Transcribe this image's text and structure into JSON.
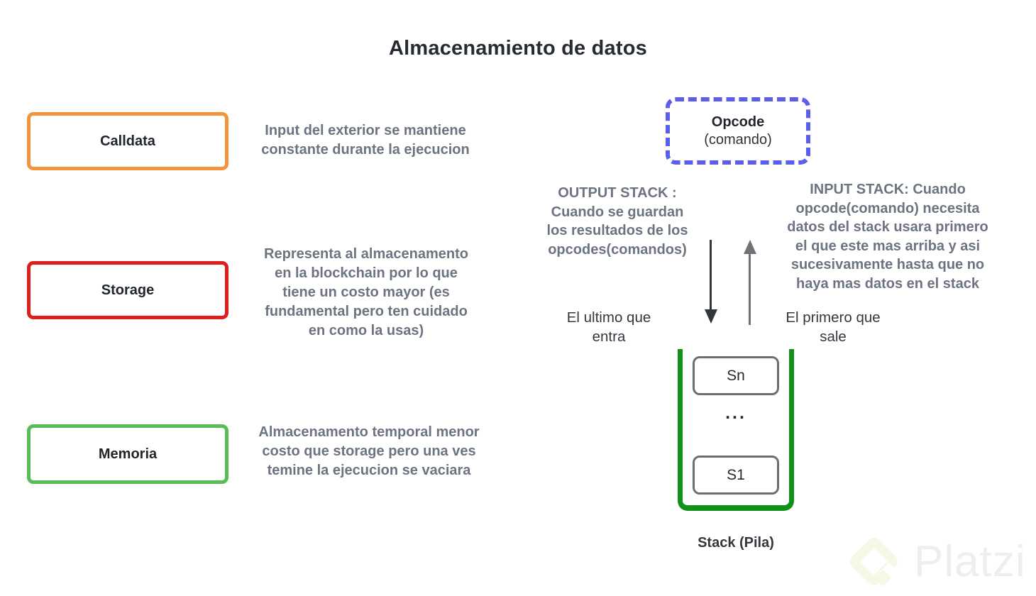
{
  "title": "Almacenamiento de datos",
  "storage_types": [
    {
      "label": "Calldata",
      "border_color": "#F5923E",
      "description_lines": [
        "Input del exterior se mantiene",
        "constante durante la ejecucion"
      ]
    },
    {
      "label": "Storage",
      "border_color": "#E01E1E",
      "description_lines": [
        "Representa al almacenamento",
        "en la blockchain por lo que",
        "tiene un costo mayor (es",
        "fundamental pero ten cuidado",
        "en como la usas)"
      ]
    },
    {
      "label": "Memoria",
      "border_color": "#5ABB59",
      "description_lines": [
        "Almacenamento temporal menor",
        "costo que storage  pero una ves",
        "temine la ejecucion se vaciara"
      ]
    }
  ],
  "opcode": {
    "title": "Opcode",
    "subtitle": "(comando)",
    "border_color": "#5A5EE8"
  },
  "output_stack_note_lines": [
    "OUTPUT STACK :",
    "Cuando se guardan",
    "los resultados de los",
    "opcodes(comandos)"
  ],
  "input_stack_note_lines": [
    "INPUT STACK: Cuando",
    "opcode(comando) necesita",
    "datos del stack usara primero",
    "el que este mas arriba y asi",
    "sucesivamente hasta que no",
    "haya mas datos en el stack"
  ],
  "push_arrow_label_lines": [
    "El ultimo que",
    "entra"
  ],
  "pop_arrow_label_lines": [
    "El primero que",
    "sale"
  ],
  "arrow_colors": {
    "down": "#30353E",
    "up": "#6F7379"
  },
  "stack": {
    "top_item": "Sn",
    "ellipsis": "...",
    "bottom_item": "S1",
    "label": "Stack (Pila)",
    "container_color": "#12911A",
    "slot_border_color": "#6B6F74"
  },
  "watermark": {
    "brand": "Platzi"
  }
}
